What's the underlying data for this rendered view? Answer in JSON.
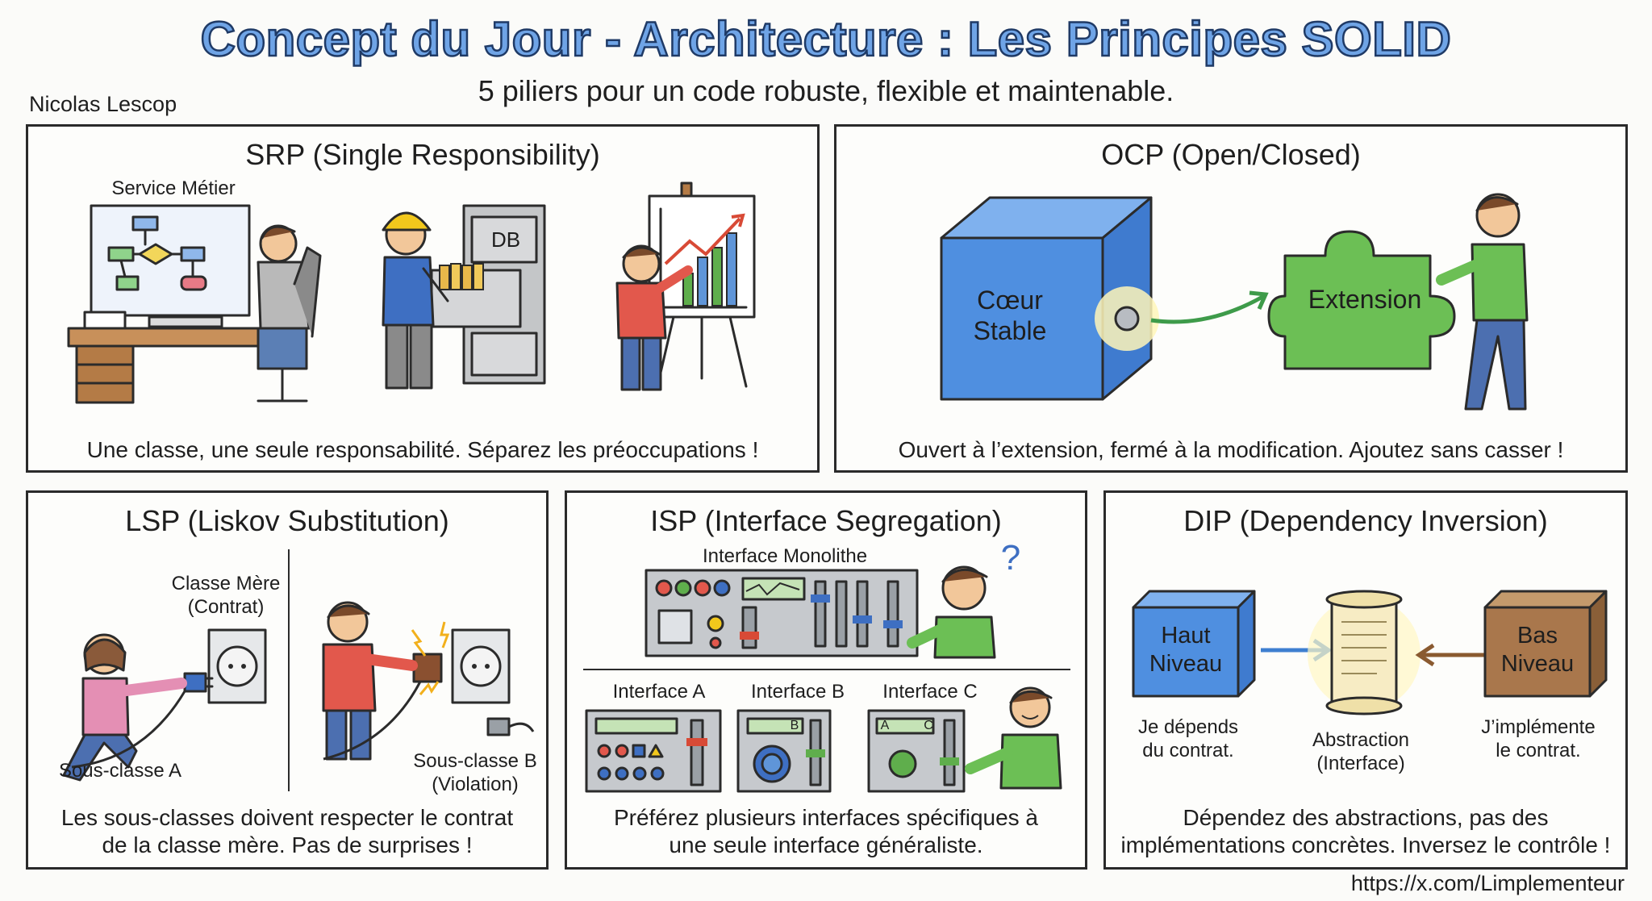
{
  "header": {
    "title": "Concept du Jour - Architecture : Les Principes SOLID",
    "subtitle": "5 piliers pour un code robuste, flexible et maintenable.",
    "author": "Nicolas Lescop"
  },
  "footer": {
    "url": "https://x.com/Limplementeur"
  },
  "srp": {
    "title": "SRP (Single Responsibility)",
    "label_service": "Service Métier",
    "label_db": "DB",
    "caption": "Une classe, une seule responsabilité. Séparez les préoccupations !"
  },
  "ocp": {
    "title": "OCP (Open/Closed)",
    "core_line1": "Cœur",
    "core_line2": "Stable",
    "extension": "Extension",
    "caption": "Ouvert à l’extension, fermé à la modification. Ajoutez sans casser !"
  },
  "lsp": {
    "title": "LSP (Liskov Substitution)",
    "parent_line1": "Classe Mère",
    "parent_line2": "(Contrat)",
    "sub_a": "Sous-classe A",
    "sub_b_line1": "Sous-classe B",
    "sub_b_line2": "(Violation)",
    "caption_line1": "Les sous-classes doivent respecter le contrat",
    "caption_line2": "de la classe mère. Pas de surprises !"
  },
  "isp": {
    "title": "ISP (Interface Segregation)",
    "monolith": "Interface Monolithe",
    "question": "?",
    "iface_a": "Interface A",
    "iface_b": "Interface B",
    "iface_c": "Interface C",
    "screen_b": "B",
    "screen_c_a": "A",
    "screen_c_c": "C",
    "caption_line1": "Préférez plusieurs interfaces spécifiques à",
    "caption_line2": "une seule interface généraliste."
  },
  "dip": {
    "title": "DIP (Dependency Inversion)",
    "high_line1": "Haut",
    "high_line2": "Niveau",
    "low_line1": "Bas",
    "low_line2": "Niveau",
    "high_desc_line1": "Je dépends",
    "high_desc_line2": "du contrat.",
    "abstraction_line1": "Abstraction",
    "abstraction_line2": "(Interface)",
    "low_desc_line1": "J’implémente",
    "low_desc_line2": "le contrat.",
    "caption_line1": "Dépendez des abstractions, pas des",
    "caption_line2": "implémentations concrètes. Inversez le contrôle !"
  },
  "colors": {
    "title_fill": "#6fa4e6",
    "title_outline": "#1f3a66",
    "cube_blue": "#4f8fe0",
    "extension_green": "#6cbf55",
    "low_level_brown": "#a9774c",
    "scroll_yellow": "#f7ecc4"
  }
}
